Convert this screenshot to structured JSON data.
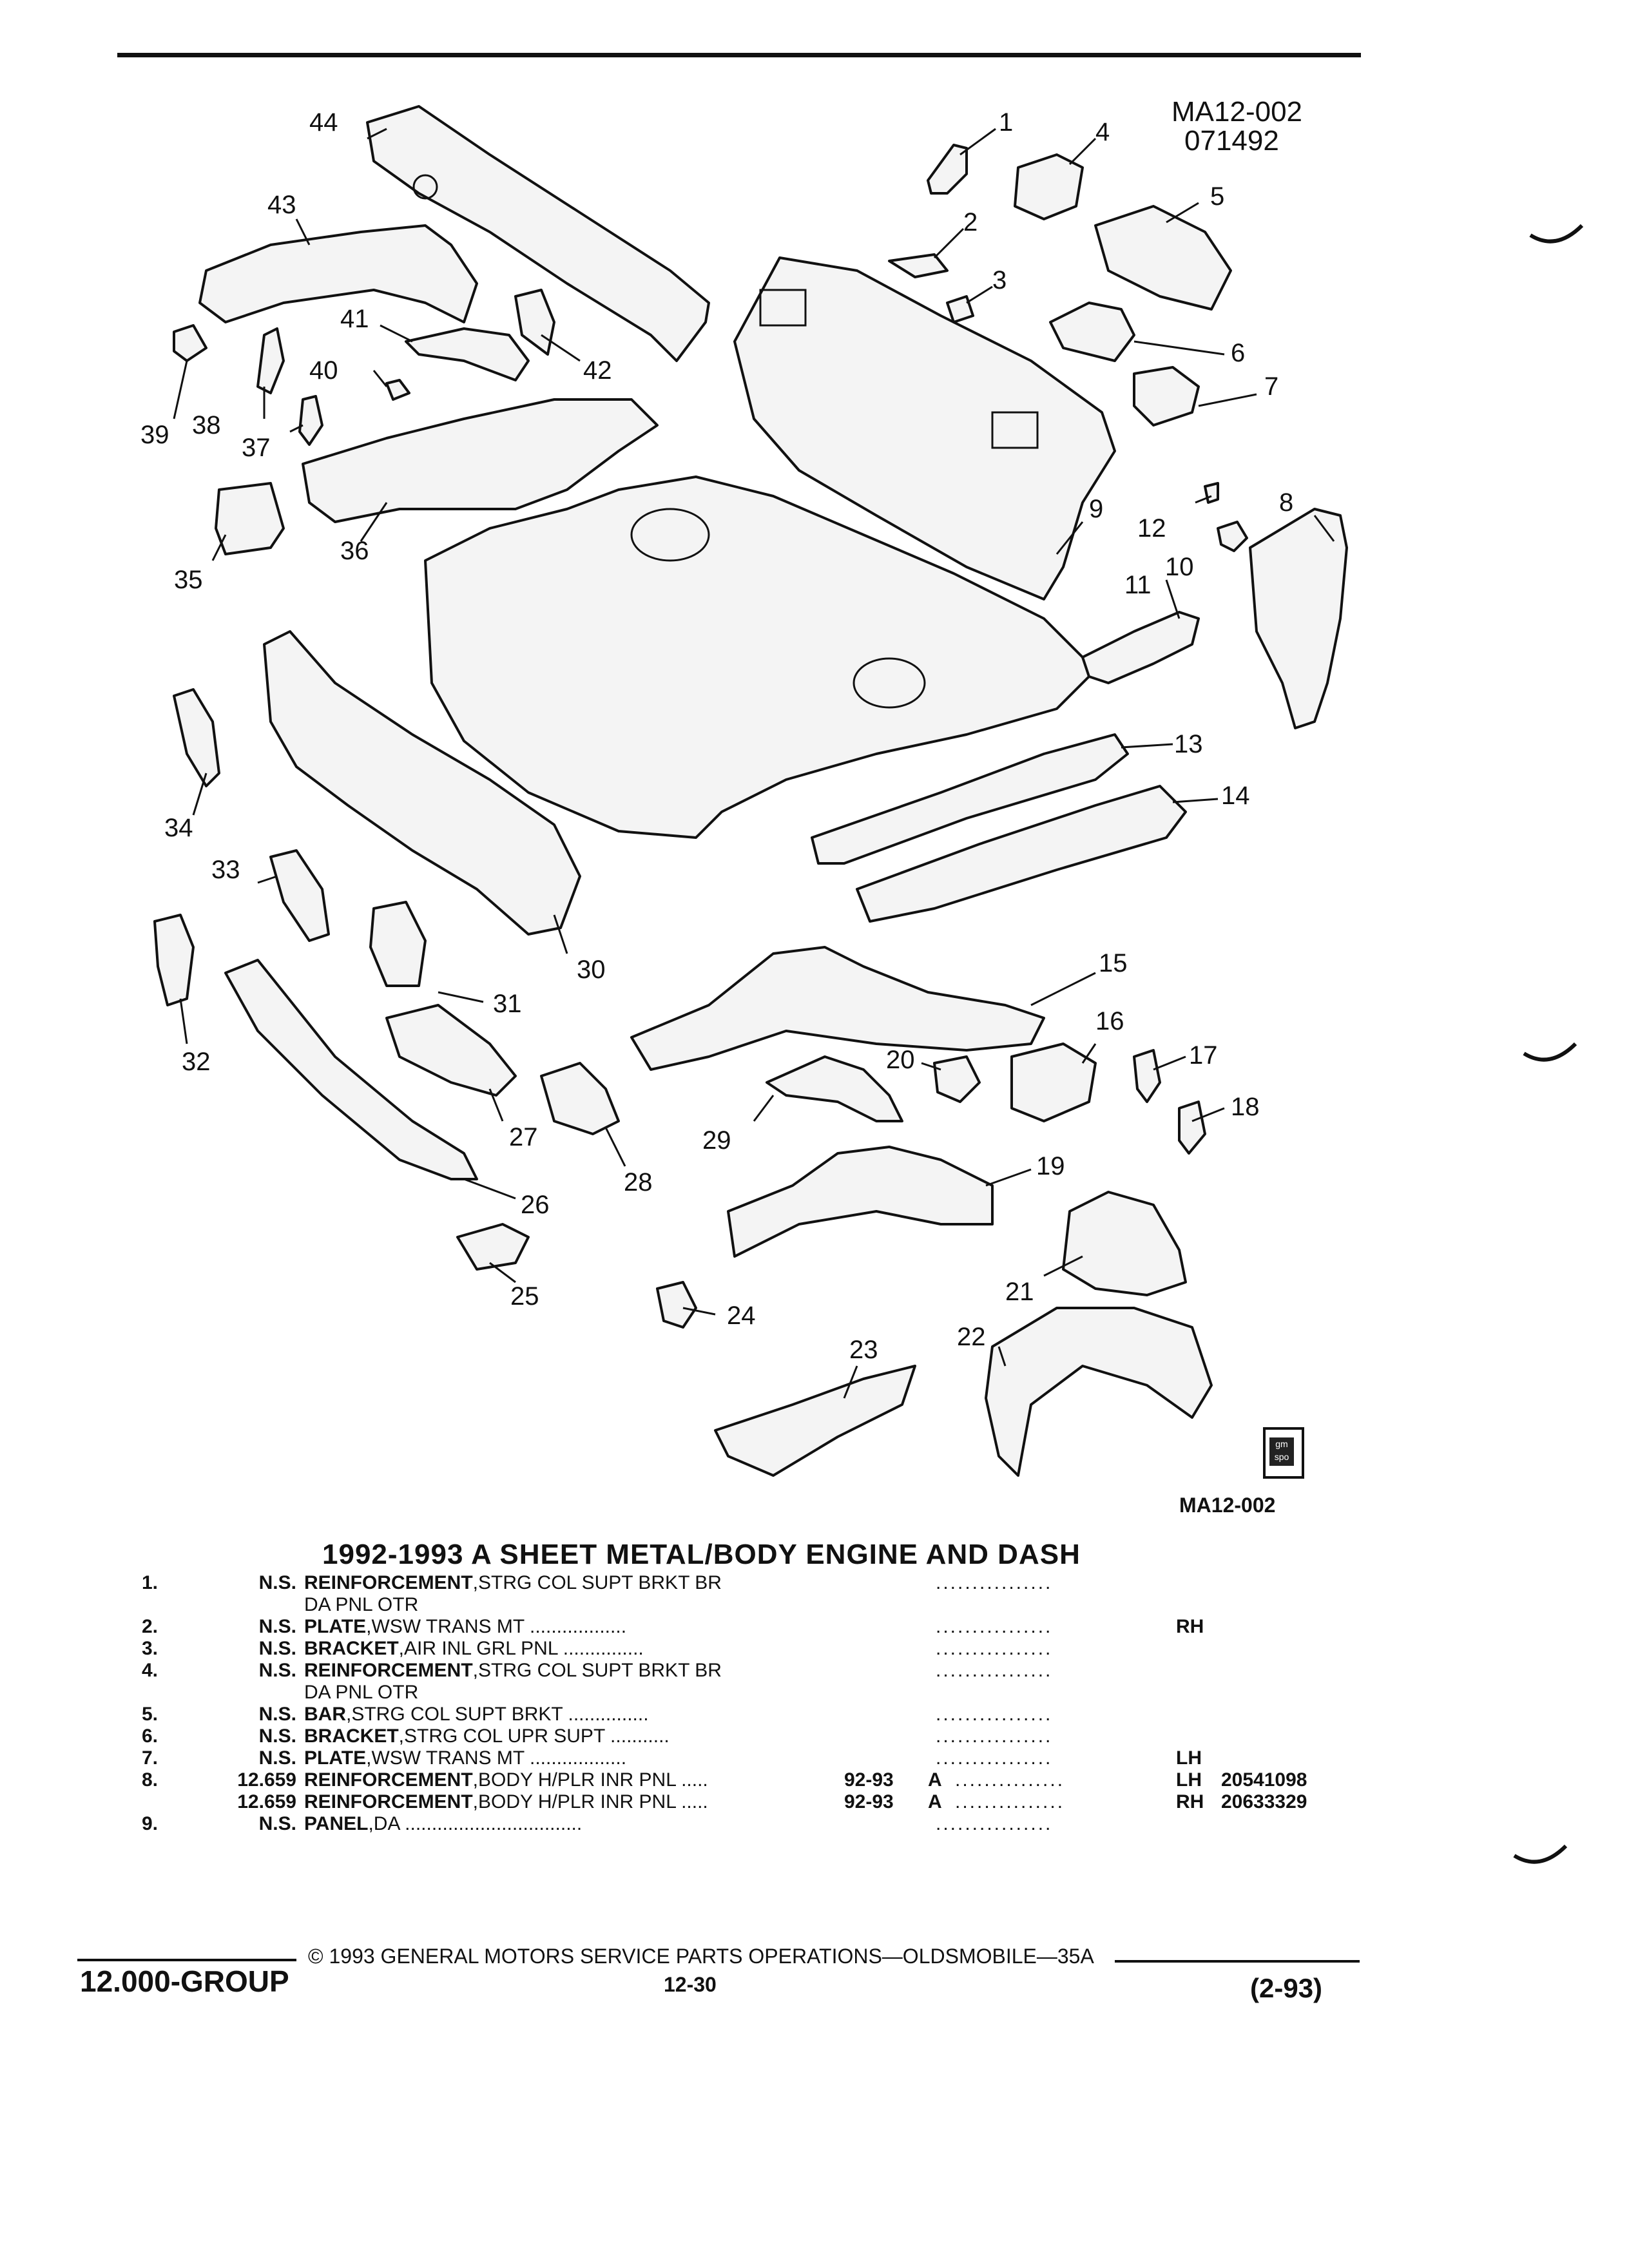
{
  "header": {
    "fig_code": "MA12-002",
    "fig_date": "071492"
  },
  "callouts": [
    "1",
    "2",
    "3",
    "4",
    "5",
    "6",
    "7",
    "8",
    "9",
    "10",
    "11",
    "12",
    "13",
    "14",
    "15",
    "16",
    "17",
    "18",
    "19",
    "20",
    "21",
    "22",
    "23",
    "24",
    "25",
    "26",
    "27",
    "28",
    "29",
    "30",
    "31",
    "32",
    "33",
    "34",
    "35",
    "36",
    "37",
    "38",
    "39",
    "40",
    "41",
    "42",
    "43",
    "44"
  ],
  "figure_code_bottom": "MA12-002",
  "logo_text": "gm spo",
  "section_title": "1992-1993 A SHEET METAL/BODY ENGINE AND DASH",
  "parts": [
    {
      "idx": "1.",
      "cat": "N.S.",
      "name": "REINFORCEMENT",
      "desc": ",STRG COL SUPT BRKT BR",
      "cont": "DA PNL OTR",
      "year": "",
      "series": "",
      "dots": "................",
      "side": "",
      "pn": ""
    },
    {
      "idx": "2.",
      "cat": "N.S.",
      "name": "PLATE",
      "desc": ",WSW TRANS MT ..................",
      "cont": "",
      "year": "",
      "series": "",
      "dots": "................",
      "side": "RH",
      "pn": ""
    },
    {
      "idx": "3.",
      "cat": "N.S.",
      "name": "BRACKET",
      "desc": ",AIR INL GRL PNL ...............",
      "cont": "",
      "year": "",
      "series": "",
      "dots": "................",
      "side": "",
      "pn": ""
    },
    {
      "idx": "4.",
      "cat": "N.S.",
      "name": "REINFORCEMENT",
      "desc": ",STRG COL SUPT BRKT BR",
      "cont": "DA PNL OTR",
      "year": "",
      "series": "",
      "dots": "................",
      "side": "",
      "pn": ""
    },
    {
      "idx": "5.",
      "cat": "N.S.",
      "name": "BAR",
      "desc": ",STRG COL SUPT BRKT ...............",
      "cont": "",
      "year": "",
      "series": "",
      "dots": "................",
      "side": "",
      "pn": ""
    },
    {
      "idx": "6.",
      "cat": "N.S.",
      "name": "BRACKET",
      "desc": ",STRG COL UPR SUPT ...........",
      "cont": "",
      "year": "",
      "series": "",
      "dots": "................",
      "side": "",
      "pn": ""
    },
    {
      "idx": "7.",
      "cat": "N.S.",
      "name": "PLATE",
      "desc": ",WSW TRANS MT ..................",
      "cont": "",
      "year": "",
      "series": "",
      "dots": "................",
      "side": "LH",
      "pn": ""
    },
    {
      "idx": "8.",
      "cat": "12.659",
      "name": "REINFORCEMENT",
      "desc": ",BODY H/PLR INR PNL .....",
      "cont": "",
      "year": "92-93",
      "series": "A",
      "dots": "...............",
      "side": "LH",
      "pn": "20541098"
    },
    {
      "idx": "",
      "cat": "12.659",
      "name": "REINFORCEMENT",
      "desc": ",BODY H/PLR INR PNL .....",
      "cont": "",
      "year": "92-93",
      "series": "A",
      "dots": "...............",
      "side": "RH",
      "pn": "20633329"
    },
    {
      "idx": "9.",
      "cat": "N.S.",
      "name": "PANEL",
      "desc": ",DA .................................",
      "cont": "",
      "year": "",
      "series": "",
      "dots": "................",
      "side": "",
      "pn": ""
    }
  ],
  "footer": {
    "group": "12.000-GROUP",
    "copyright": "© 1993  GENERAL MOTORS SERVICE PARTS OPERATIONS—OLDSMOBILE—35A",
    "page": "12-30",
    "date": "(2-93)"
  }
}
